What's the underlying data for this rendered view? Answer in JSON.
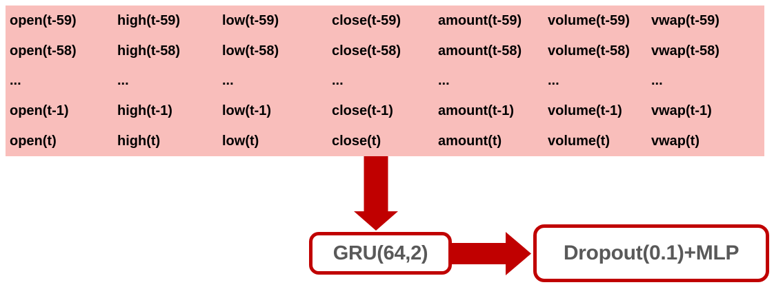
{
  "colors": {
    "accent-red": "#C00000",
    "table-pink": "#F9BEBB",
    "table-text": "#000000",
    "box-text": "#595959",
    "canvas-bg": "#FFFFFF"
  },
  "table": {
    "description": "input feature window",
    "rows": [
      [
        "open(t-59)",
        "high(t-59)",
        "low(t-59)",
        "close(t-59)",
        "amount(t-59)",
        "volume(t-59)",
        "vwap(t-59)"
      ],
      [
        "open(t-58)",
        "high(t-58)",
        "low(t-58)",
        "close(t-58)",
        "amount(t-58)",
        "volume(t-58)",
        "vwap(t-58)"
      ],
      [
        "...",
        "...",
        "...",
        "...",
        "...",
        "...",
        "..."
      ],
      [
        "open(t-1)",
        "high(t-1)",
        "low(t-1)",
        "close(t-1)",
        "amount(t-1)",
        "volume(t-1)",
        "vwap(t-1)"
      ],
      [
        "open(t)",
        "high(t)",
        "low(t)",
        "close(t)",
        "amount(t)",
        "volume(t)",
        "vwap(t)"
      ]
    ]
  },
  "nodes": {
    "gru": {
      "label": "GRU(64,2)"
    },
    "dropout_mlp": {
      "label": "Dropout(0.1)+MLP"
    }
  },
  "icons": {
    "down_arrow": "arrow-down",
    "right_arrow": "arrow-right"
  }
}
